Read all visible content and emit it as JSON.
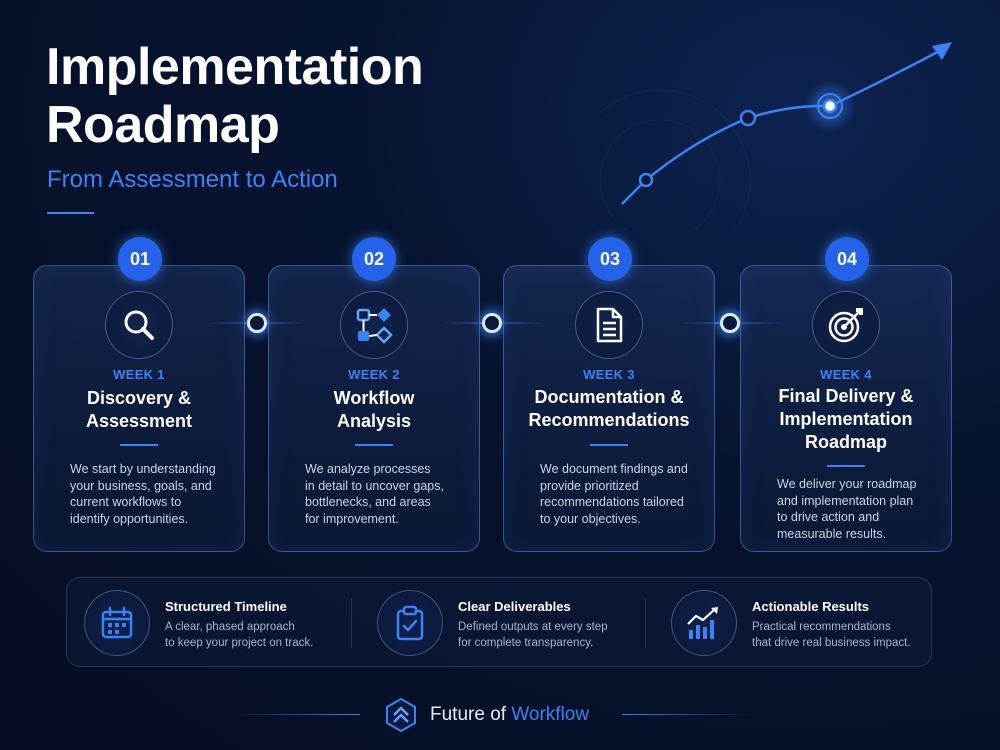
{
  "header": {
    "title_line1": "Implementation",
    "title_line2": "Roadmap",
    "subtitle": "From Assessment to Action"
  },
  "steps": [
    {
      "number": "01",
      "week": "WEEK 1",
      "title_line1": "Discovery &",
      "title_line2": "Assessment",
      "title_line3": "",
      "icon": "magnifier-icon",
      "desc_lines": [
        "We start by understanding",
        "your business, goals, and",
        "current workflows to",
        "identify opportunities."
      ]
    },
    {
      "number": "02",
      "week": "WEEK 2",
      "title_line1": "Workflow",
      "title_line2": "Analysis",
      "title_line3": "",
      "icon": "flowchart-icon",
      "desc_lines": [
        "We analyze processes",
        "in detail to uncover gaps,",
        "bottlenecks, and areas",
        "for improvement."
      ]
    },
    {
      "number": "03",
      "week": "WEEK 3",
      "title_line1": "Documentation &",
      "title_line2": "Recommendations",
      "title_line3": "",
      "icon": "document-icon",
      "desc_lines": [
        "We document findings and",
        "provide prioritized",
        "recommendations tailored",
        "to your objectives."
      ]
    },
    {
      "number": "04",
      "week": "WEEK 4",
      "title_line1": "Final Delivery &",
      "title_line2": "Implementation",
      "title_line3": "Roadmap",
      "icon": "target-icon",
      "desc_lines": [
        "We deliver your roadmap",
        "and implementation plan",
        "to drive action and",
        "measurable results."
      ]
    }
  ],
  "features": [
    {
      "title": "Structured Timeline",
      "desc_line1": "A clear, phased approach",
      "desc_line2": "to keep your project on track.",
      "icon": "calendar-icon"
    },
    {
      "title": "Clear Deliverables",
      "desc_line1": "Defined outputs at every step",
      "desc_line2": "for complete transparency.",
      "icon": "clipboard-check-icon"
    },
    {
      "title": "Actionable Results",
      "desc_line1": "Practical recommendations",
      "desc_line2": "that drive real business impact.",
      "icon": "growth-chart-icon"
    }
  ],
  "footer": {
    "brand_part1": "Future of ",
    "brand_part2": "Workflow"
  },
  "colors": {
    "accent": "#3b82f6",
    "badge": "#2563eb",
    "background": "#071430"
  }
}
